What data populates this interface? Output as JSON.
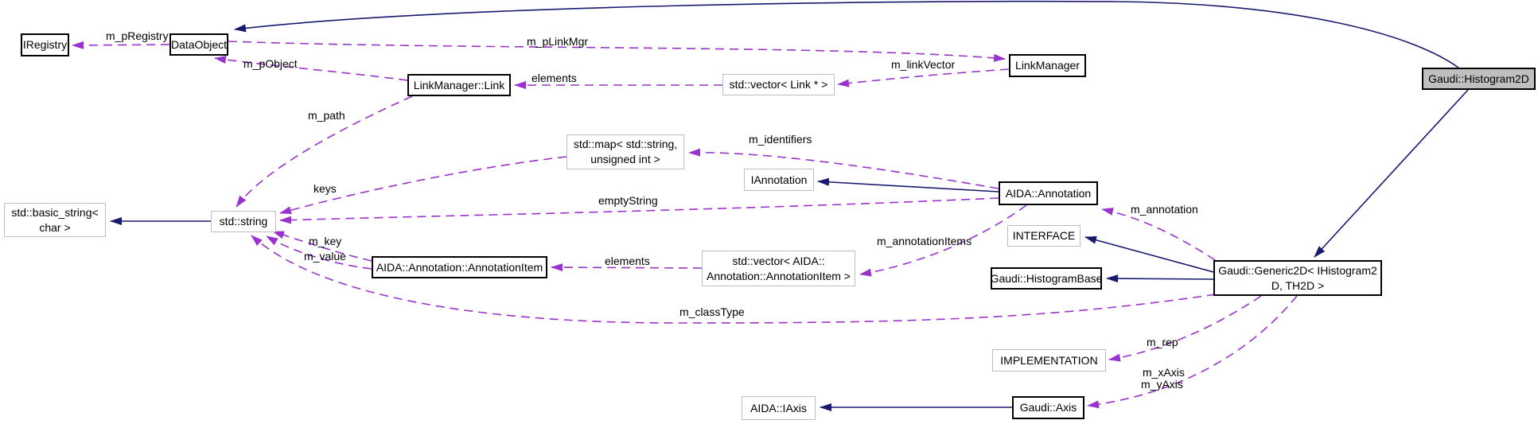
{
  "diagram": {
    "type": "class-collaboration-graph",
    "current_class": "Gaudi::Histogram2D",
    "colors": {
      "inheritance_edge": "#191970",
      "usage_edge": "#9a32cd",
      "node_border": "#000000",
      "external_node_border": "#bebebe",
      "current_node_fill": "#bfbfbf",
      "background": "#ffffff"
    },
    "nodes": {
      "iregistry": {
        "label": "IRegistry"
      },
      "dataobject": {
        "label": "DataObject"
      },
      "linkmanager_link": {
        "label": "LinkManager::Link"
      },
      "vector_link": {
        "label": "std::vector< Link * >"
      },
      "linkmanager": {
        "label": "LinkManager"
      },
      "histogram2d": {
        "label": "Gaudi::Histogram2D"
      },
      "map_string_uint": {
        "line1": "std::map< std::string,",
        "line2": "unsigned int >"
      },
      "iannotation": {
        "label": "IAnnotation"
      },
      "annotation": {
        "label": "AIDA::Annotation"
      },
      "basic_string": {
        "line1": "std::basic_string<",
        "line2": "char >"
      },
      "string": {
        "label": "std::string"
      },
      "annotationitem": {
        "label": "AIDA::Annotation::AnnotationItem"
      },
      "vector_annotationitem": {
        "line1": "std::vector< AIDA::",
        "line2": "Annotation::AnnotationItem >"
      },
      "interface": {
        "label": "INTERFACE"
      },
      "histogrambase": {
        "label": "Gaudi::HistogramBase"
      },
      "generic2d": {
        "line1": "Gaudi::Generic2D< IHistogram2",
        "line2": "D, TH2D >"
      },
      "implementation": {
        "label": "IMPLEMENTATION"
      },
      "iaxis": {
        "label": "AIDA::IAxis"
      },
      "axis": {
        "label": "Gaudi::Axis"
      }
    },
    "edge_labels": {
      "m_pregistry": "m_pRegistry",
      "m_plinkmgr": "m_pLinkMgr",
      "m_pobject": "m_pObject",
      "elements_links": "elements",
      "m_linkvector": "m_linkVector",
      "m_path": "m_path",
      "m_identifiers": "m_identifiers",
      "keys": "keys",
      "emptystring": "emptyString",
      "m_annotation": "m_annotation",
      "m_key": "m_key",
      "m_value": "m_value",
      "elements_items": "elements",
      "m_annotationitems": "m_annotationItems",
      "m_classtype": "m_classType",
      "m_rep": "m_rep",
      "m_xaxis": "m_xAxis",
      "m_yaxis": "m_yAxis"
    }
  }
}
